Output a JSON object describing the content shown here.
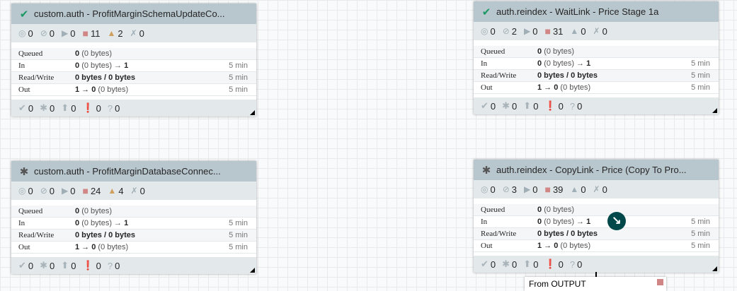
{
  "groups": [
    {
      "title": "custom.auth - ProfitMarginSchemaUpdateCo...",
      "status_icon": "check-icon",
      "running": "0",
      "stopped_tx": "0",
      "invalid_run": "0",
      "stopped": "11",
      "warning": "2",
      "disabled": "0",
      "queued": "0",
      "queued_bytes": "(0 bytes)",
      "in": "0",
      "in_bytes": "(0 bytes) →",
      "in_ports": "1",
      "rw": "0 bytes / 0 bytes",
      "out_ports": "1 → 0",
      "out_bytes": "(0 bytes)",
      "time": "5 min",
      "up_to_date": "0",
      "modified": "0",
      "stale": "0",
      "errors": "0",
      "unknown": "0"
    },
    {
      "title": "auth.reindex - WaitLink - Price Stage 1a",
      "status_icon": "check-icon",
      "running": "0",
      "stopped_tx": "2",
      "invalid_run": "0",
      "stopped": "31",
      "warning": "0",
      "disabled": "0",
      "queued": "0",
      "queued_bytes": "(0 bytes)",
      "in": "0",
      "in_bytes": "(0 bytes) →",
      "in_ports": "1",
      "rw": "0 bytes / 0 bytes",
      "out_ports": "1 → 0",
      "out_bytes": "(0 bytes)",
      "time": "5 min",
      "up_to_date": "0",
      "modified": "0",
      "stale": "0",
      "errors": "0",
      "unknown": "0"
    },
    {
      "title": "custom.auth - ProfitMarginDatabaseConnec...",
      "status_icon": "asterisk-icon",
      "running": "0",
      "stopped_tx": "0",
      "invalid_run": "0",
      "stopped": "24",
      "warning": "4",
      "disabled": "0",
      "queued": "0",
      "queued_bytes": "(0 bytes)",
      "in": "0",
      "in_bytes": "(0 bytes) →",
      "in_ports": "1",
      "rw": "0 bytes / 0 bytes",
      "out_ports": "1 → 0",
      "out_bytes": "(0 bytes)",
      "time": "5 min",
      "up_to_date": "0",
      "modified": "0",
      "stale": "0",
      "errors": "0",
      "unknown": "0"
    },
    {
      "title": "auth.reindex - CopyLink - Price (Copy To Pro...",
      "status_icon": "asterisk-icon",
      "running": "0",
      "stopped_tx": "3",
      "invalid_run": "0",
      "stopped": "39",
      "warning": "0",
      "disabled": "0",
      "queued": "0",
      "queued_bytes": "(0 bytes)",
      "in": "0",
      "in_bytes": "(0 bytes) →",
      "in_ports": "1",
      "rw": "0 bytes / 0 bytes",
      "out_ports": "1 → 0",
      "out_bytes": "(0 bytes)",
      "time": "5 min",
      "up_to_date": "0",
      "modified": "0",
      "stale": "0",
      "errors": "0",
      "unknown": "0"
    }
  ],
  "labels": {
    "queued": "Queued",
    "in": "In",
    "rw": "Read/Write",
    "out": "Out"
  },
  "partial_port": {
    "label": "From OUTPUT"
  },
  "colors": {
    "header": "#b8c6cd",
    "check": "#1a9964",
    "stopped": "#d18686",
    "warning": "#cf9f5d",
    "cursor": "#004849"
  }
}
